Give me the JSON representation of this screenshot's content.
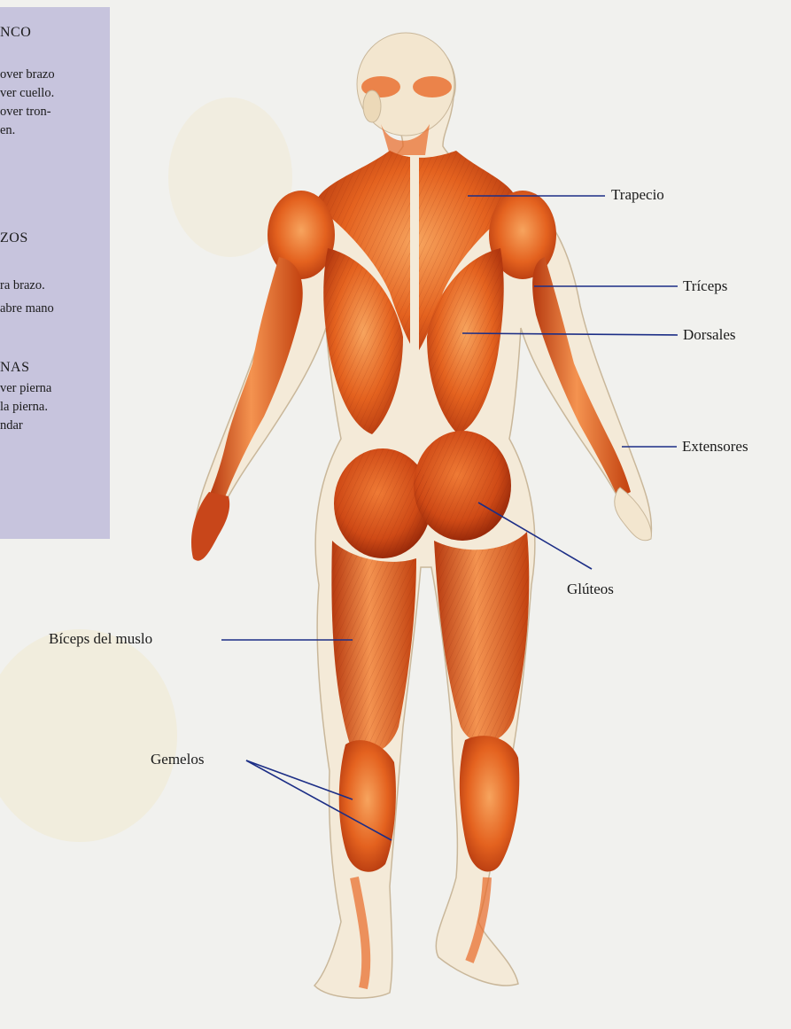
{
  "sidebar": {
    "sections": [
      {
        "heading": "NCO",
        "lines": [
          "over brazo",
          "ver cuello.",
          "over tron-",
          "en."
        ]
      },
      {
        "heading": "ZOS",
        "lines": [
          "ra brazo.",
          "abre mano"
        ]
      },
      {
        "heading": "NAS",
        "lines": [
          "ver pierna",
          "",
          "la pierna.",
          "ndar"
        ]
      }
    ]
  },
  "labels": {
    "trapecio": "Trapecio",
    "triceps": "Tríceps",
    "dorsales": "Dorsales",
    "extensores": "Extensores",
    "gluteos": "Glúteos",
    "biceps_muslo": "Bíceps del muslo",
    "gemelos": "Gemelos"
  },
  "colors": {
    "muscle": "#e05a1a",
    "muscle_dark": "#a8300c",
    "muscle_light": "#f6a05a",
    "skin": "#f4ead8",
    "leader_line": "#1c2e86",
    "sidebar_bg": "#c7c4dd"
  }
}
